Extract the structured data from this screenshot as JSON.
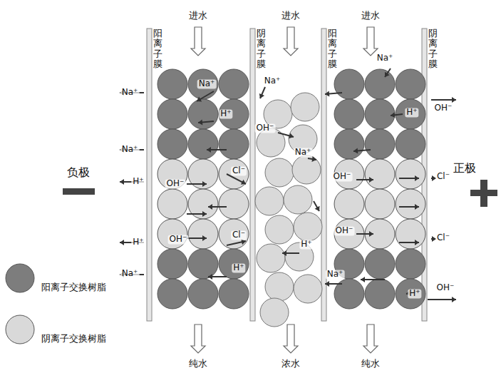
{
  "diagram": {
    "nodes": [
      {
        "text": [
          "阳离子膜"
        ]
      },
      {
        "text": [
          "阴离子膜"
        ]
      },
      {
        "text": [
          "阳离子膜"
        ]
      },
      {
        "text": [
          "阴离子膜"
        ]
      }
    ],
    "labels": [
      "进水",
      "进水",
      "进水",
      "纯水",
      "浓水",
      "纯水",
      "负极",
      "正极",
      "Na⁺",
      "Na⁺",
      "Na⁺",
      "H⁺",
      "Na⁺",
      "OH⁻",
      "Na⁺",
      "Cl⁻",
      "Na⁺",
      "H⁺",
      "OH⁻",
      "OH⁻",
      "Cl⁻",
      "OH⁻",
      "H⁺",
      "OH⁻",
      "H⁺",
      "Cl⁻",
      "OH⁻",
      "Cl⁻",
      "H⁺",
      "H⁺",
      "Na⁺",
      "Na⁺",
      "H⁺",
      "OH⁻"
    ],
    "legend": [
      {
        "text": "阳离子交换树脂",
        "color": "#7d7d7d"
      },
      {
        "text": "阴离子交换树脂",
        "color": "#d9d9d9"
      }
    ]
  }
}
